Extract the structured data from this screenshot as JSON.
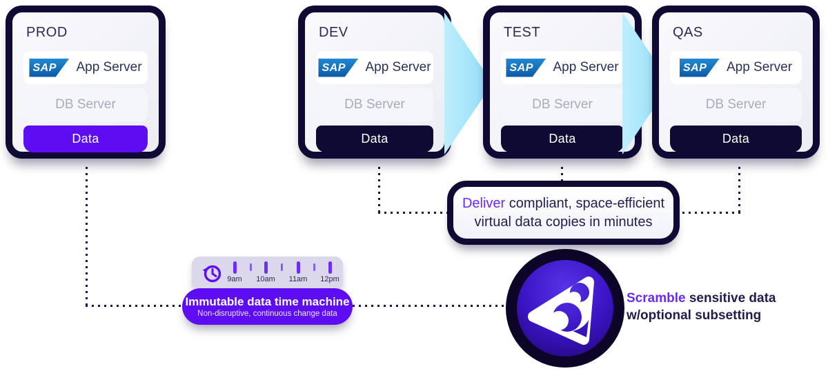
{
  "colors": {
    "accent_purple": "#5E0DF2",
    "accent_text_purple": "#6C2BF2",
    "dark_navy": "#0F0A33",
    "sap_blue": "#1E83CC",
    "arrow_blue": "#AEE9FC"
  },
  "sap_badge": "SAP",
  "cards": [
    {
      "title": "PROD",
      "rows": {
        "app": "App Server",
        "db": "DB Server",
        "data": "Data"
      },
      "data_variant": "purple"
    },
    {
      "title": "DEV",
      "rows": {
        "app": "App Server",
        "db": "DB Server",
        "data": "Data"
      },
      "data_variant": "navy"
    },
    {
      "title": "TEST",
      "rows": {
        "app": "App Server",
        "db": "DB Server",
        "data": "Data"
      },
      "data_variant": "navy"
    },
    {
      "title": "QAS",
      "rows": {
        "app": "App Server",
        "db": "DB Server",
        "data": "Data"
      },
      "data_variant": "navy"
    }
  ],
  "timeline": {
    "tick_labels": [
      "9am",
      "10am",
      "11am",
      "12pm"
    ],
    "title": "Immutable data time machine",
    "subtitle": "Non-disruptive, continuous change data"
  },
  "deliver": {
    "highlight": "Deliver",
    "line1_rest": " compliant, space-efficient",
    "line2": "virtual data copies in minutes"
  },
  "scramble": {
    "highlight": "Scramble",
    "line1_rest": " sensitive data",
    "line2": "w/optional subsetting"
  }
}
